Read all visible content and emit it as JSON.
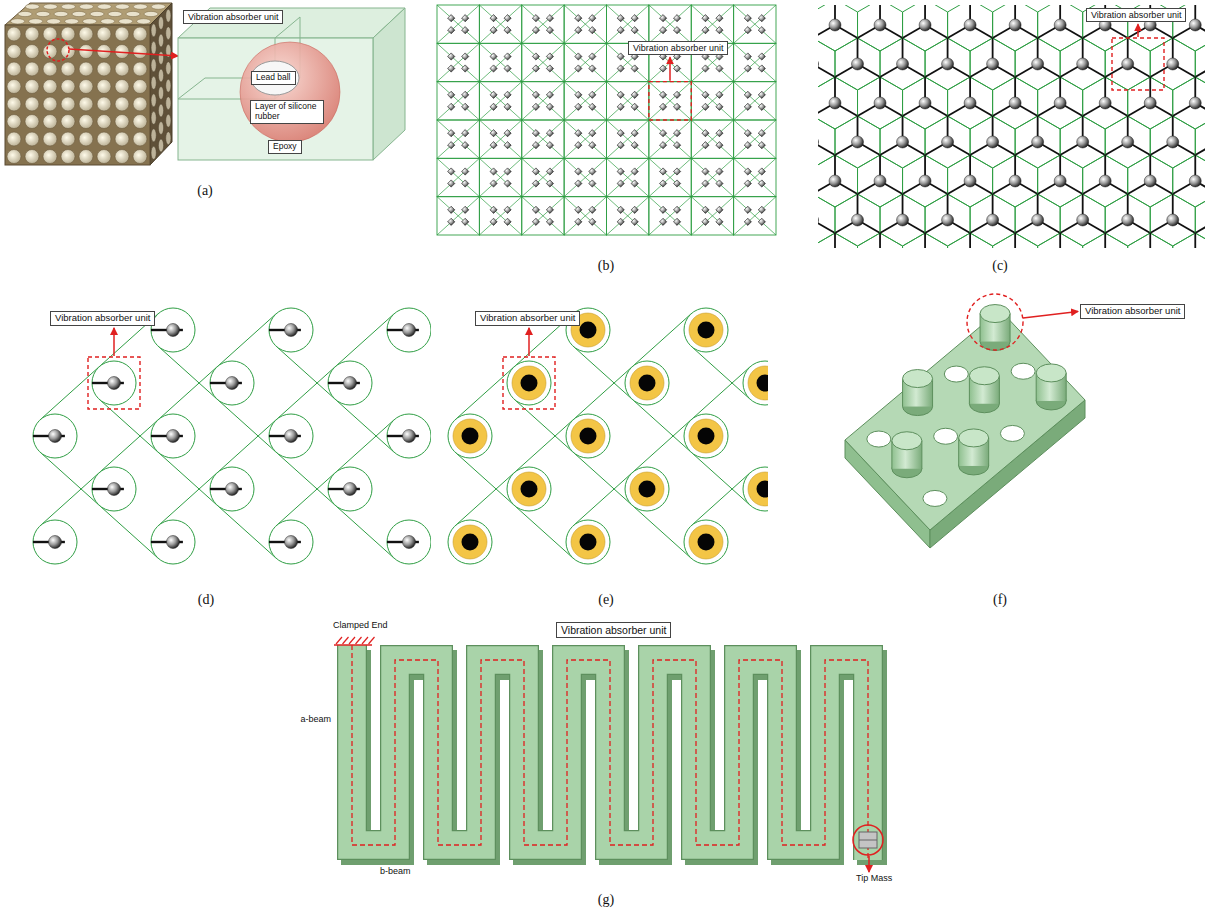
{
  "diagram": {
    "nodes": [
      {
        "text": [
          "Vibration absorber unit"
        ]
      },
      {
        "text": [
          "Lead ball"
        ]
      },
      {
        "text": [
          "Layer of silicone rubber"
        ]
      },
      {
        "text": [
          "Epoxy"
        ]
      },
      {
        "text": [
          "Vibration absorber unit"
        ]
      },
      {
        "text": [
          "Vibration absorber unit"
        ]
      },
      {
        "text": [
          "Vibration absorber unit"
        ]
      },
      {
        "text": [
          "Vibration absorber unit"
        ]
      },
      {
        "text": [
          "Vibration absorber unit"
        ]
      },
      {
        "text": [
          "Vibration absorber unit"
        ]
      }
    ],
    "labels": [
      "(a)",
      "(b)",
      "(c)",
      "(d)",
      "(e)",
      "(f)",
      "Clamped End",
      "a-beam",
      "b-beam",
      "Tip Mass",
      "(g)"
    ]
  }
}
